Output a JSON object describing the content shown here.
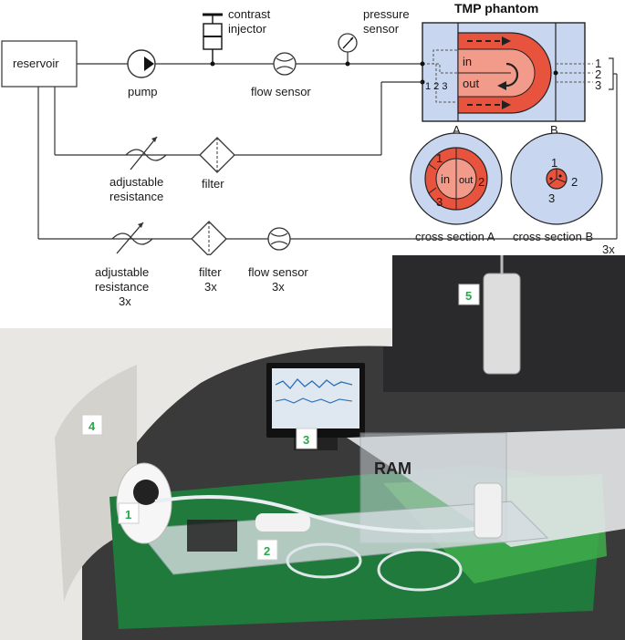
{
  "schematic": {
    "reservoir": "reservoir",
    "pump": "pump",
    "contrast_injector": [
      "contrast",
      "injector"
    ],
    "flow_sensor": "flow sensor",
    "pressure_sensor": [
      "pressure",
      "sensor"
    ],
    "phantom_title": "TMP phantom",
    "phantom_in": "in",
    "phantom_out": "out",
    "port_nums": [
      "1",
      "2",
      "3"
    ],
    "inner_ports": "1 2 3",
    "section_a_letter": "A",
    "section_b_letter": "B",
    "adjustable_resistance": [
      "adjustable",
      "resistance"
    ],
    "filter": "filter",
    "cross_section_a": "cross section A",
    "cross_section_b": "cross section B",
    "xs_a_in": "in",
    "xs_a_out": "out",
    "three_x": "3x",
    "adjustable_resistance_3x": [
      "adjustable",
      "resistance",
      "3x"
    ],
    "filter_3x": [
      "filter",
      "3x"
    ],
    "flow_sensor_3x": [
      "flow sensor",
      "3x"
    ]
  },
  "photo": {
    "labels": [
      "1",
      "2",
      "3",
      "4",
      "5"
    ],
    "logo": "RAM"
  },
  "colors": {
    "phantom_fill": "#c9d6ef",
    "phantom_red": "#e8533d",
    "phantom_red_dark": "#c43a27",
    "label_green": "#2aa84a"
  }
}
